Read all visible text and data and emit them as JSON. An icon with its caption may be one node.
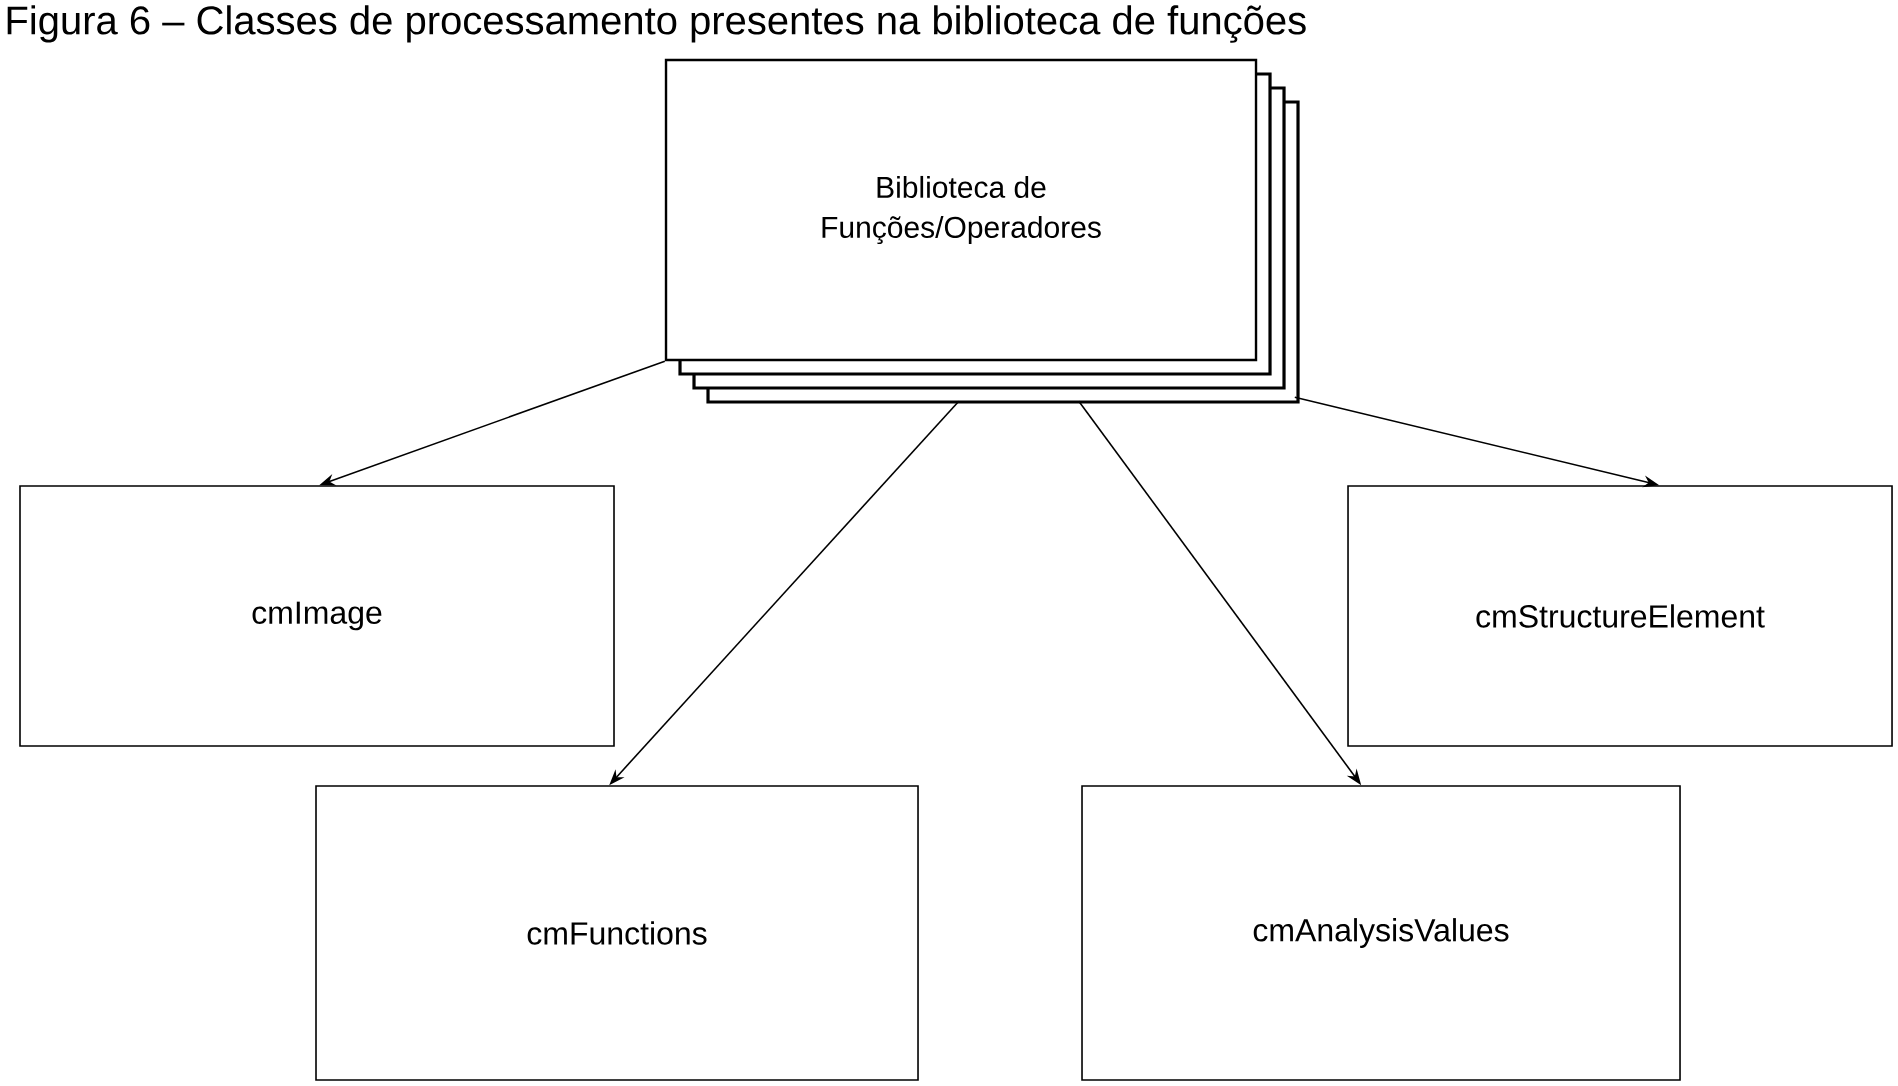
{
  "diagram": {
    "title": "Figura 6 – Classes de processamento presentes na biblioteca de funções",
    "nodes": [
      {
        "text": [
          "Biblioteca de Funções/Operadores"
        ]
      },
      {
        "text": [
          "cmImage"
        ]
      },
      {
        "text": [
          "cmStructureElement"
        ]
      },
      {
        "text": [
          "cmFunctions"
        ]
      },
      {
        "text": [
          "cmAnalysisValues"
        ]
      }
    ],
    "edges": [
      {
        "from": 0,
        "to": 1,
        "arrow": "to"
      },
      {
        "from": 0,
        "to": 2,
        "arrow": "to"
      },
      {
        "from": 0,
        "to": 3,
        "arrow": "to"
      },
      {
        "from": 0,
        "to": 4,
        "arrow": "to"
      }
    ]
  }
}
